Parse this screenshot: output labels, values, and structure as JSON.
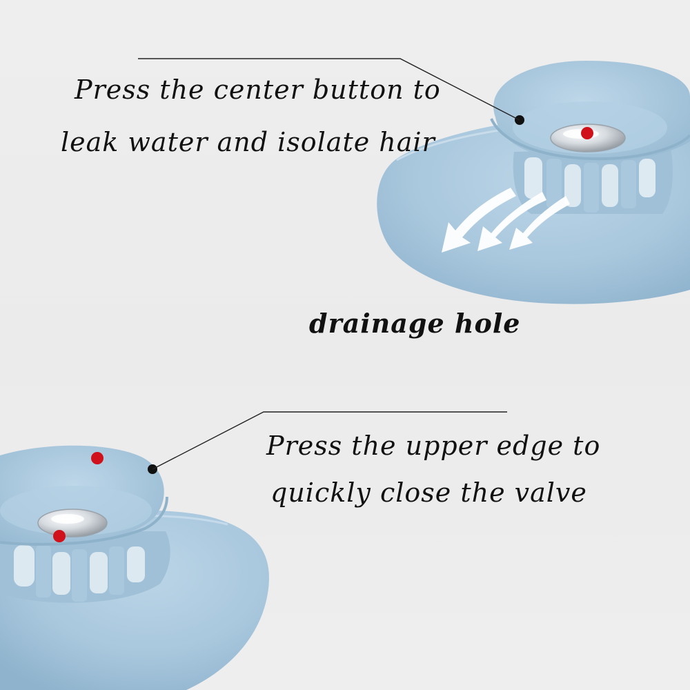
{
  "annotations": {
    "center_button_line1": "Press the center button to",
    "center_button_line2": "leak water and isolate hair",
    "drainage_hole": "drainage hole",
    "upper_edge_line1": "Press the upper edge to",
    "upper_edge_line2": "quickly close the valve"
  },
  "colors": {
    "background": "#ededed",
    "stopper_blue": "#a9c8de",
    "marker_red": "#d0101a",
    "marker_black": "#111111",
    "button_silver": "#d8dde2",
    "arrow_white": "#ffffff"
  },
  "icons": {
    "flow_arrows": "arrow-down-left-icon",
    "press_point": "dot-icon"
  }
}
